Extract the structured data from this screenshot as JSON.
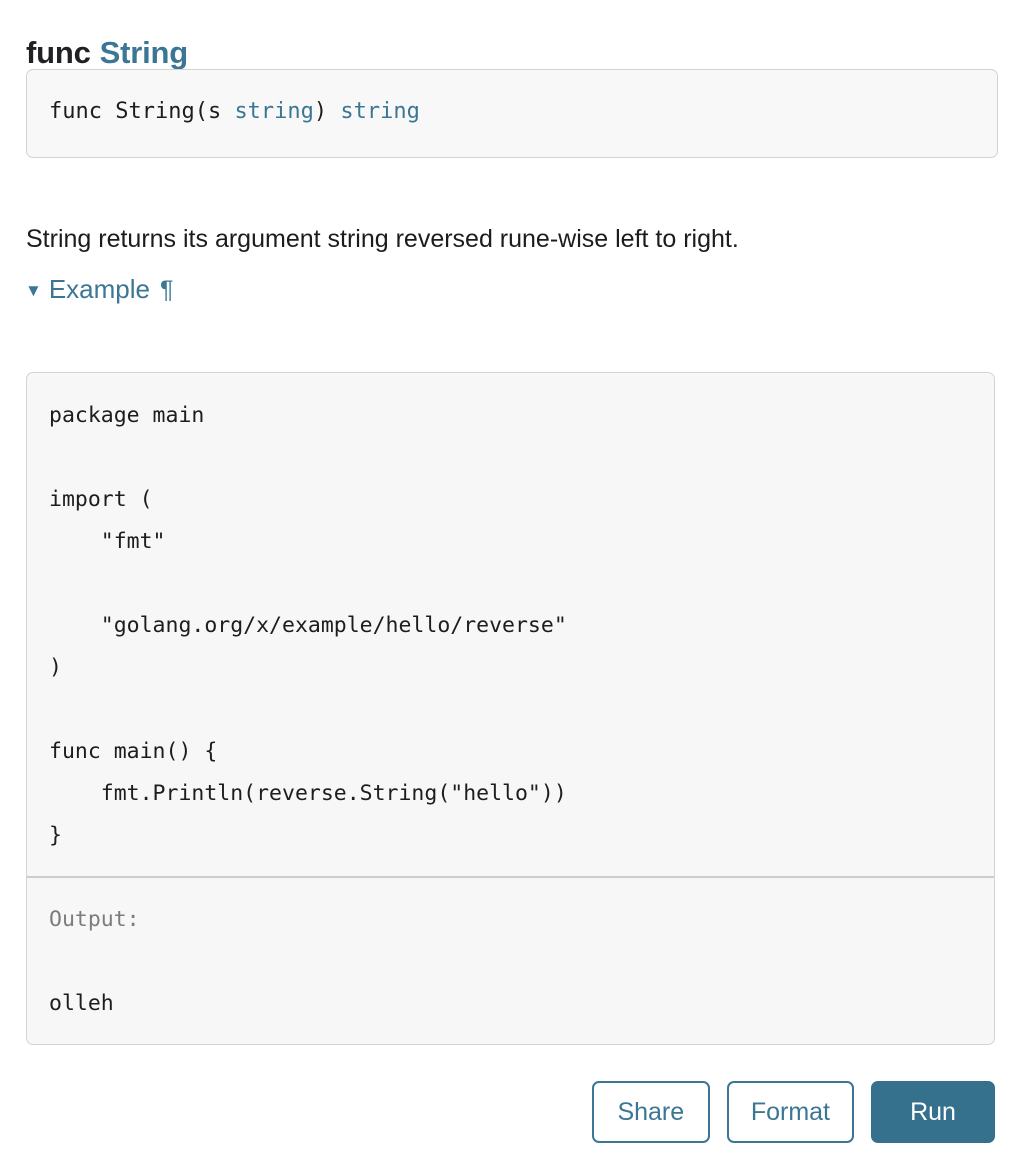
{
  "heading": {
    "keyword": "func",
    "name": "String"
  },
  "signature": {
    "prefix": "func String(s ",
    "param_type": "string",
    "middle": ") ",
    "return_type": "string"
  },
  "description": "String returns its argument string reversed rune-wise left to right.",
  "example_toggle": {
    "triangle": "▼",
    "label": "Example",
    "pilcrow": "¶"
  },
  "playground": {
    "code": "package main\n\nimport (\n    \"fmt\"\n\n    \"golang.org/x/example/hello/reverse\"\n)\n\nfunc main() {\n    fmt.Println(reverse.String(\"hello\"))\n}",
    "output_label": "Output:",
    "output_text": "olleh"
  },
  "buttons": {
    "share": "Share",
    "format": "Format",
    "run": "Run"
  },
  "colors": {
    "accent": "#3b7795",
    "run_button_bg": "#35708c",
    "code_bg": "#f7f7f7",
    "signature_bg": "#f8f8f8",
    "border": "#d4d4d4",
    "output_label": "#7c7c7c",
    "text": "#1d1d1f"
  }
}
